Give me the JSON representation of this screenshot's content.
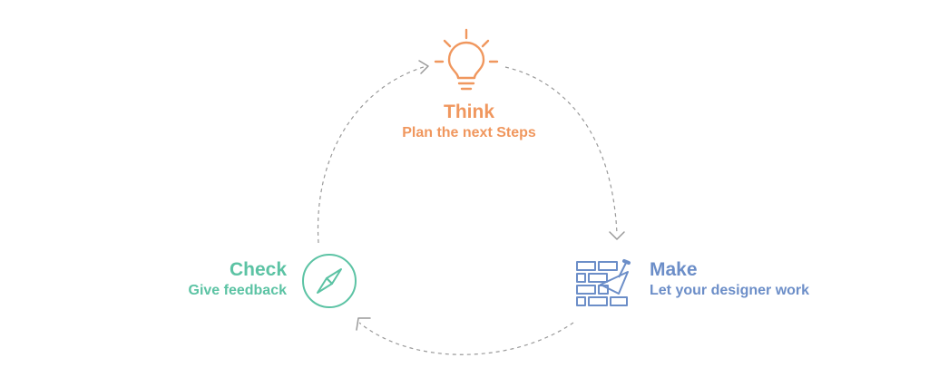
{
  "colors": {
    "think": "#f0975e",
    "make": "#6c8ec8",
    "check": "#5cc3a4",
    "arrow": "#9a9a9a"
  },
  "think": {
    "title": "Think",
    "subtitle": "Plan the next Steps",
    "icon": "lightbulb-icon"
  },
  "make": {
    "title": "Make",
    "subtitle": "Let your designer work",
    "icon": "brick-wall-trowel-icon"
  },
  "check": {
    "title": "Check",
    "subtitle": "Give feedback",
    "icon": "compass-icon"
  }
}
